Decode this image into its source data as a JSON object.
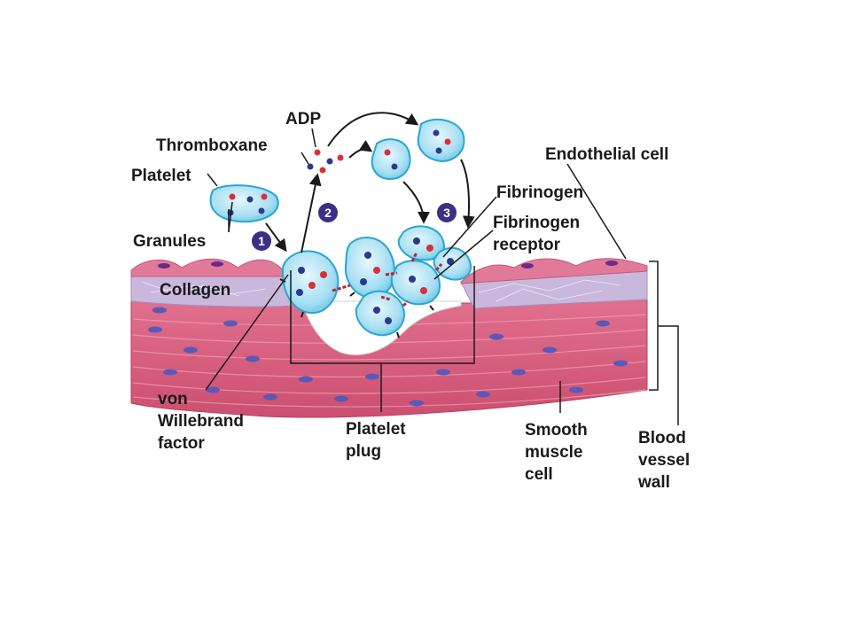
{
  "labels": {
    "adp": "ADP",
    "thromboxane": "Thromboxane",
    "platelet": "Platelet",
    "granules": "Granules",
    "collagen": "Collagen",
    "von_willebrand": [
      "von",
      "Willebrand",
      "factor"
    ],
    "platelet_plug": [
      "Platelet",
      "plug"
    ],
    "smooth_muscle": [
      "Smooth",
      "muscle",
      "cell"
    ],
    "blood_vessel_wall": [
      "Blood",
      "vessel",
      "wall"
    ],
    "endothelial_cell": "Endothelial cell",
    "fibrinogen": "Fibrinogen",
    "fibrinogen_receptor": [
      "Fibrinogen",
      "receptor"
    ]
  },
  "steps": [
    "1",
    "2",
    "3"
  ],
  "colors": {
    "muscle": "#d9607e",
    "muscle_nucleus": "#5a59b8",
    "collagen": "#c9b7dc",
    "endothelium": "#e07a98",
    "platelet_fill": "#aee4f4",
    "platelet_edge": "#2aa6d0",
    "granule_red": "#d92f3a",
    "granule_blue": "#2b3a8f",
    "step_badge": "#3b2f86",
    "fibrinogen": "#b5272f"
  }
}
